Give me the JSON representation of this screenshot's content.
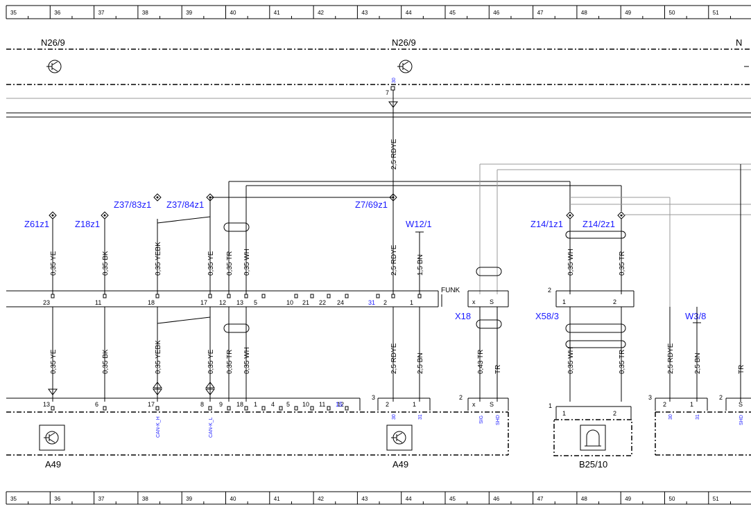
{
  "ruler": [
    "35",
    "36",
    "37",
    "38",
    "39",
    "40",
    "41",
    "42",
    "43",
    "44",
    "45",
    "46",
    "47",
    "48",
    "49",
    "50",
    "51"
  ],
  "top_components": [
    {
      "label": "N26/9"
    },
    {
      "label": "N26/9"
    },
    {
      "label": "N"
    }
  ],
  "top_pin": {
    "num": "7",
    "sig": "30"
  },
  "top_wire": "2,5 RDYE",
  "splices": [
    "Z61z1",
    "Z18z1",
    "Z37/83z1",
    "Z37/84z1",
    "Z7/69z1",
    "W12/1",
    "Z14/1z1",
    "Z14/2z1"
  ],
  "upper_wires": [
    "0,35 YE",
    "0,35 BK",
    "0,35 YEBK",
    "0,35 YE",
    "0,35 TR",
    "0,35 WH",
    "2,5 RDYE",
    "1,5 BN",
    "0,35 WH",
    "0,35 TR"
  ],
  "funk_label": "FUNK",
  "connector_pins": [
    "23",
    "11",
    "18",
    "17",
    "12",
    "13",
    "5",
    "10",
    "21",
    "22",
    "24",
    "31",
    "2",
    "1"
  ],
  "x18": {
    "label": "X18",
    "pins": [
      "x",
      "S"
    ]
  },
  "x58": {
    "label": "X58/3",
    "num": "2",
    "pins": [
      "1",
      "2"
    ]
  },
  "w38": "W3/8",
  "lower_wires": [
    "0,35 YE",
    "0,35 BK",
    "0,35 YEBK",
    "0,35 YE",
    "0,35 TR",
    "0,35 WH",
    "2,5 RDYE",
    "2,5 BN",
    "0,43 TR",
    "TR",
    "0,35 WH",
    "0,35 TR",
    "2,5 RDYE",
    "2,5 BN",
    "TR"
  ],
  "a49_pins": [
    "13",
    "6",
    "17",
    "8",
    "9",
    "18",
    "1",
    "4",
    "5",
    "10",
    "11",
    "12",
    "15"
  ],
  "a49_sigs": [
    "CAN-K_H",
    "CAN-K_L"
  ],
  "a49b": {
    "num": "3",
    "pins": [
      "2",
      "1"
    ],
    "sigs": [
      "30",
      "31"
    ]
  },
  "sig_conn": {
    "num": "2",
    "pins": [
      "x",
      "S"
    ],
    "sigs": [
      "SIG",
      "SHD"
    ]
  },
  "b25": {
    "num": "1",
    "pins": [
      "1",
      "2"
    ],
    "label": "B25/10"
  },
  "right_conn": {
    "num": "3",
    "pins": [
      "2",
      "1"
    ],
    "sigs": [
      "30",
      "31"
    ]
  },
  "right_conn2": {
    "num": "2",
    "pins": [
      "S"
    ],
    "sigs": [
      "SHD"
    ]
  },
  "bottom_labels": [
    "A49",
    "A49",
    "B25/10"
  ]
}
